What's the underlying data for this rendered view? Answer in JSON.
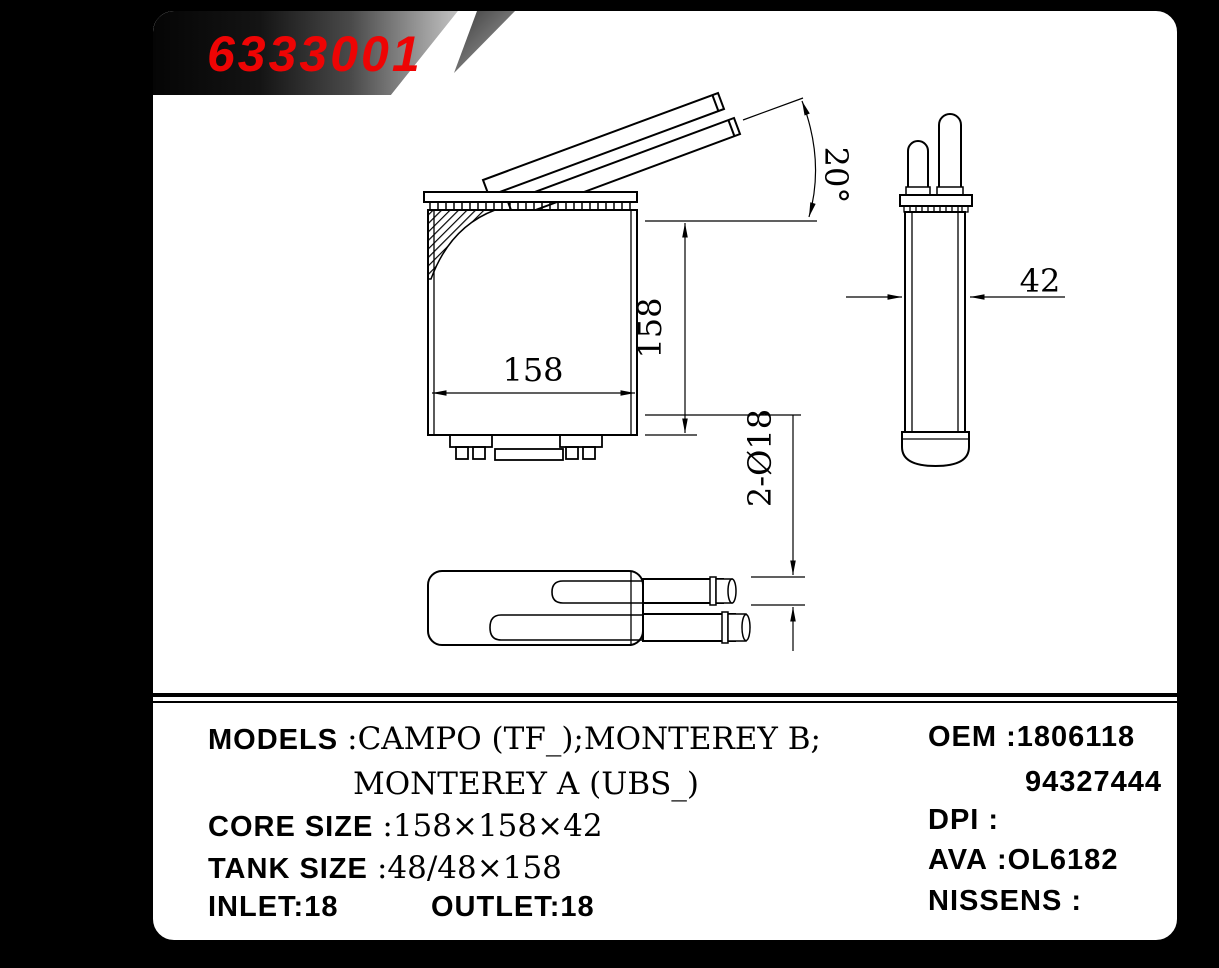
{
  "part_number": "6333001",
  "drawing": {
    "width_dim": "158",
    "height_dim": "158",
    "depth_dim": "42",
    "angle_dim": "20°",
    "pipe_dim": "2-Ø18"
  },
  "specs": {
    "models_label": "MODELS",
    "models_value": ":CAMPO (TF_);MONTEREY B;",
    "models_value2": "MONTEREY A (UBS_)",
    "core_label": "CORE SIZE",
    "core_value": ":158×158×42",
    "tank_label": "TANK SIZE",
    "tank_value": ":48/48×158",
    "inlet": "INLET:18",
    "outlet": "OUTLET:18",
    "oem_label": "OEM",
    "oem_value": ":1806118",
    "oem_value2": "94327444",
    "dpi_label": "DPI",
    "dpi_value": ":",
    "ava_label": "AVA",
    "ava_value": ":OL6182",
    "nissens_label": "NISSENS",
    "nissens_value": ":"
  },
  "colors": {
    "part_number_red": "#ee0404",
    "background": "#000000",
    "card": "#ffffff"
  }
}
